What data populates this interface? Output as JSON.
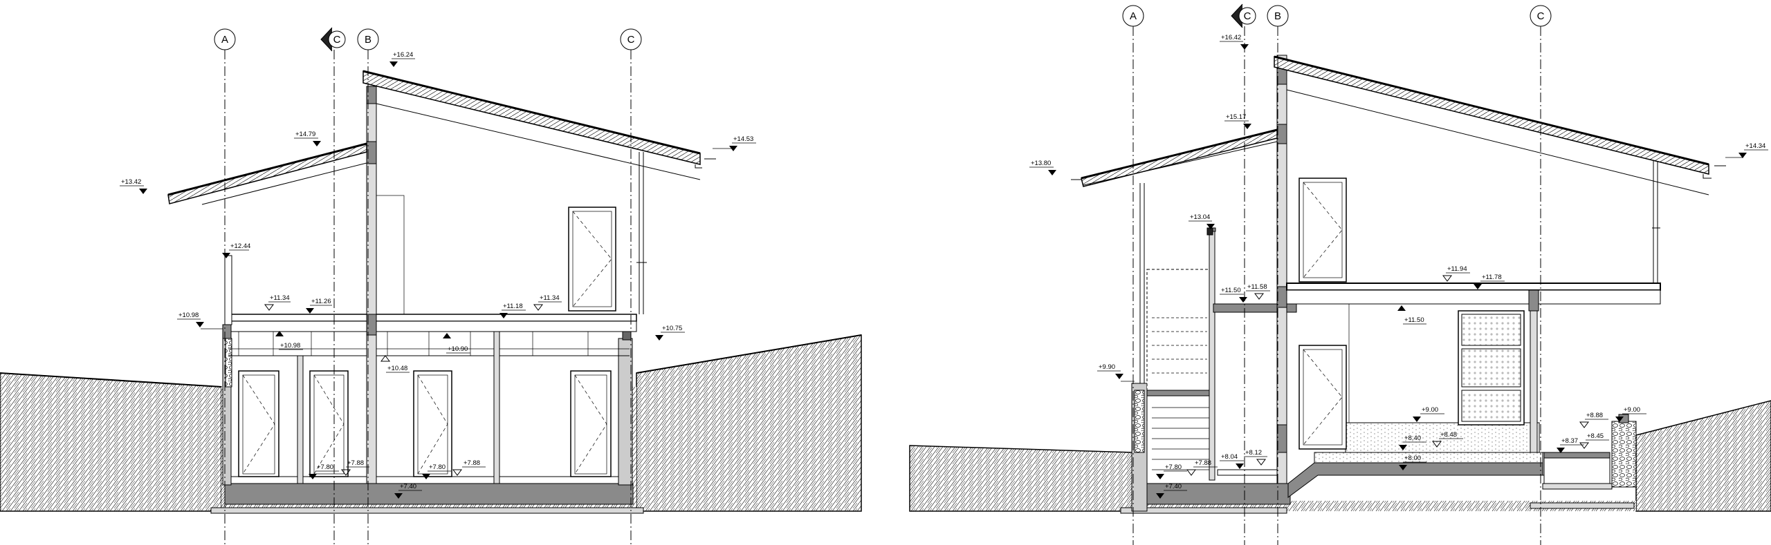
{
  "axes": {
    "left": [
      "A",
      "B",
      "C"
    ],
    "left_section_marker": "C",
    "right": [
      "A",
      "B",
      "C"
    ],
    "right_section_marker": "C"
  },
  "levels_left": [
    "+16.24",
    "+14.79",
    "+14.53",
    "+13.42",
    "+12.44",
    "+11.34",
    "+11.26",
    "+11.18",
    "+11.34",
    "+10.98",
    "+10.75",
    "+10.98",
    "+10.90",
    "+10.48",
    "+7.80",
    "+7.88",
    "+7.80",
    "+7.88",
    "+7.40"
  ],
  "levels_right": [
    "+16.42",
    "+15.17",
    "+14.34",
    "+13.80",
    "+13.04",
    "+11.94",
    "+11.78",
    "+11.50",
    "+11.58",
    "+11.50",
    "+9.90",
    "+9.00",
    "+8.88",
    "+9.00",
    "+8.48",
    "+8.40",
    "+8.37",
    "+8.45",
    "+8.00",
    "+7.80",
    "+7.88",
    "+8.04",
    "+8.12",
    "+7.40"
  ]
}
